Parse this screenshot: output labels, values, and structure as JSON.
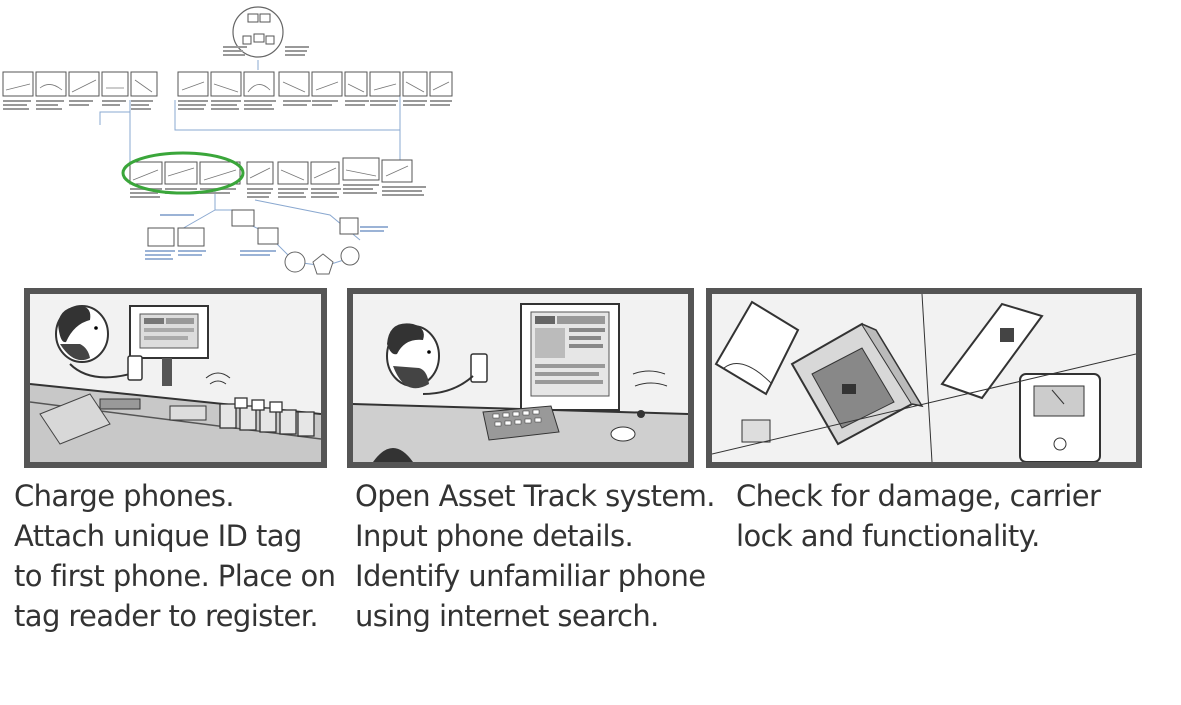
{
  "panels": [
    {
      "caption_lines": [
        "Charge phones.",
        "Attach unique ID tag",
        "to first phone. Place on",
        "tag reader to register."
      ]
    },
    {
      "caption_lines": [
        "Open Asset Track system.",
        "Input phone details.",
        "Identify unfamiliar phone",
        "using internet search."
      ]
    },
    {
      "caption_lines": [
        "Check for damage, carrier",
        "lock and functionality."
      ]
    }
  ],
  "overview": {
    "highlight_color": "#3aa63a",
    "connector_color": "#8aa8d0"
  }
}
